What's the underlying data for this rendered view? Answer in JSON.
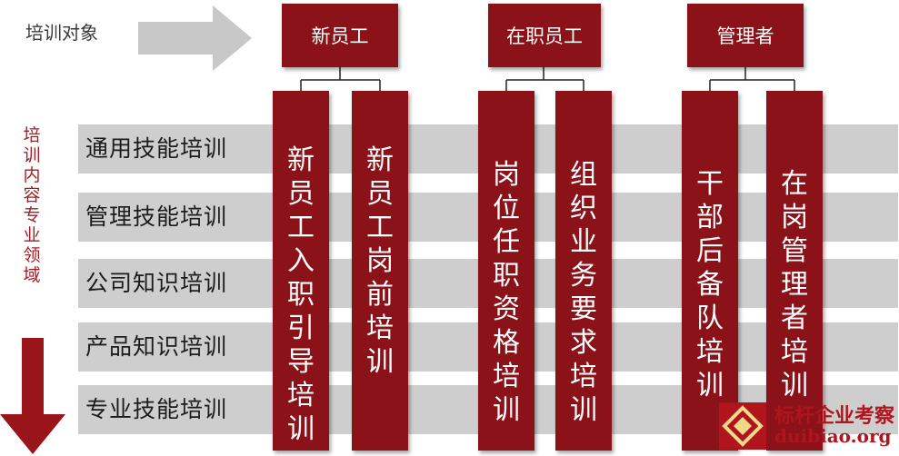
{
  "target_label": "培训对象",
  "content_label": "培训内容专业领域",
  "audiences": [
    "新员工",
    "在职员工",
    "管理者"
  ],
  "rows": [
    "通用技能培训",
    "管理技能培训",
    "公司知识培训",
    "产品知识培训",
    "专业技能培训"
  ],
  "programs": [
    "新员工入职引导培训",
    "新员工岗前培训",
    "岗位任职资格培训",
    "组织业务要求培训",
    "干部后备队培训",
    "在岗管理者培训"
  ],
  "watermark": {
    "name": "标杆企业考察",
    "url": "duibiao.org"
  },
  "colors": {
    "box": "#8b1218",
    "band": "#cecece",
    "arrow_grey": "#c8c8c8",
    "arrow_red": "#9a1519",
    "label_red": "#a41c22"
  }
}
